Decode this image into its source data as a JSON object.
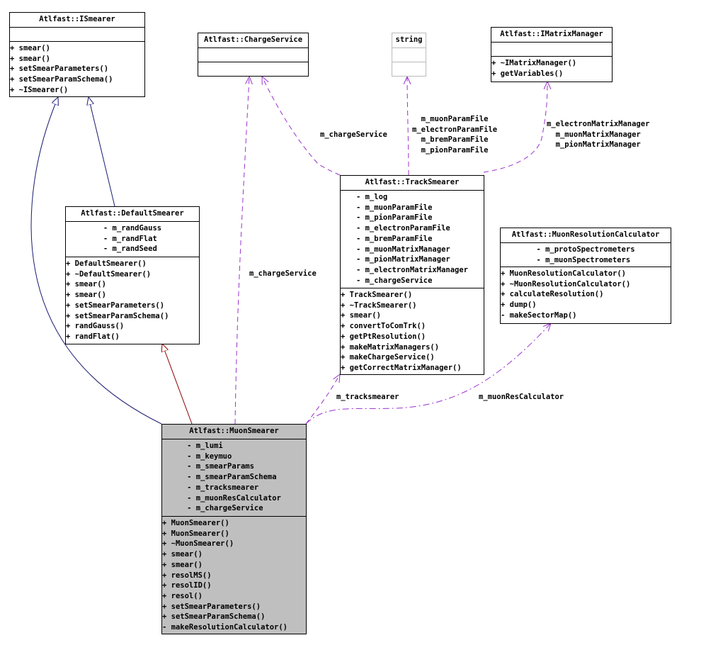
{
  "classes": {
    "ismearer": {
      "title": "Atlfast::ISmearer",
      "attributes": [],
      "methods": [
        "+ smear()",
        "+ smear()",
        "+ setSmearParameters()",
        "+ setSmearParamSchema()",
        "+ ~ISmearer()"
      ]
    },
    "chargeservice": {
      "title": "Atlfast::ChargeService",
      "attributes": [],
      "methods": []
    },
    "string": {
      "title": "string",
      "attributes": [],
      "methods": []
    },
    "imatrixmanager": {
      "title": "Atlfast::IMatrixManager",
      "attributes": [],
      "methods": [
        "+ ~IMatrixManager()",
        "+ getVariables()"
      ]
    },
    "defaultsmearer": {
      "title": "Atlfast::DefaultSmearer",
      "attributes": [
        "- m_randGauss",
        "- m_randFlat",
        "- m_randSeed"
      ],
      "methods": [
        "+ DefaultSmearer()",
        "+ ~DefaultSmearer()",
        "+ smear()",
        "+ smear()",
        "+ setSmearParameters()",
        "+ setSmearParamSchema()",
        "+ randGauss()",
        "+ randFlat()"
      ]
    },
    "tracksmearer": {
      "title": "Atlfast::TrackSmearer",
      "attributes": [
        "- m_log",
        "- m_muonParamFile",
        "- m_pionParamFile",
        "- m_electronParamFile",
        "- m_bremParamFile",
        "- m_muonMatrixManager",
        "- m_pionMatrixManager",
        "- m_electronMatrixManager",
        "- m_chargeService"
      ],
      "methods": [
        "+ TrackSmearer()",
        "+ ~TrackSmearer()",
        "+ smear()",
        "+ convertToComTrk()",
        "+ getPtResolution()",
        "+ makeMatrixManagers()",
        "+ makeChargeService()",
        "+ getCorrectMatrixManager()"
      ]
    },
    "muonrescalc": {
      "title": "Atlfast::MuonResolutionCalculator",
      "attributes": [
        "- m_protoSpectrometers",
        "- m_muonSpectrometers"
      ],
      "methods": [
        "+ MuonResolutionCalculator()",
        "+ ~MuonResolutionCalculator()",
        "+ calculateResolution()",
        "+ dump()",
        "- makeSectorMap()"
      ]
    },
    "muonsmearer": {
      "title": "Atlfast::MuonSmearer",
      "attributes": [
        "- m_lumi",
        "- m_keymuo",
        "- m_smearParams",
        "- m_smearParamSchema",
        "- m_tracksmearer",
        "- m_muonResCalculator",
        "- m_chargeService"
      ],
      "methods": [
        "+ MuonSmearer()",
        "+ MuonSmearer()",
        "+ ~MuonSmearer()",
        "+ smear()",
        "+ smear()",
        "+ resolMS()",
        "+ resolID()",
        "+ resol()",
        "+ setSmearParameters()",
        "+ setSmearParamSchema()",
        "- makeResolutionCalculator()"
      ]
    }
  },
  "edge_labels": {
    "track_charge": "m_chargeService",
    "muon_charge": "m_chargeService",
    "track_string": "m_muonParamFile\nm_electronParamFile\nm_bremParamFile\nm_pionParamFile",
    "track_matrix": "m_electronMatrixManager\nm_muonMatrixManager\nm_pionMatrixManager",
    "muon_track": "m_tracksmearer",
    "muon_rescalc": "m_muonResCalculator"
  },
  "colors": {
    "inheritance": "#191970",
    "private_inheritance": "#8b0000",
    "usage": "#9a32cd",
    "highlight": "#bfbfbf"
  }
}
